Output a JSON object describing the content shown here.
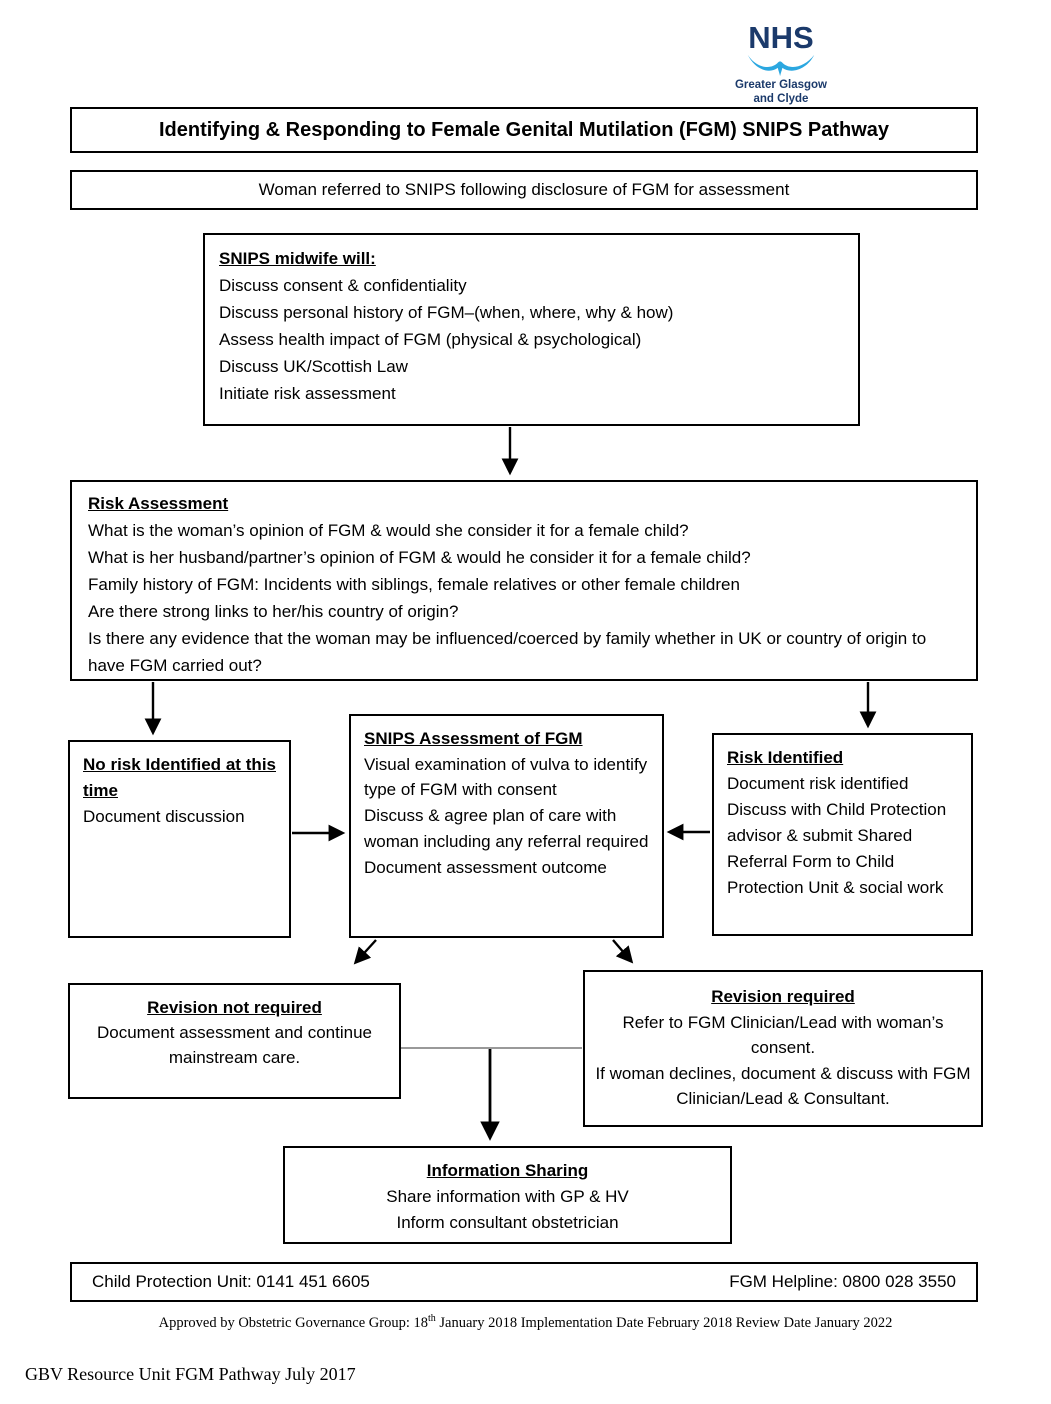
{
  "logo": {
    "nhs": "NHS",
    "org_line1": "Greater Glasgow",
    "org_line2": "and Clyde",
    "navy": "#1b3a6b",
    "light_blue": "#2ba7e0"
  },
  "title": "Identifying & Responding to Female Genital Mutilation (FGM) SNIPS Pathway",
  "referral": "Woman referred to SNIPS following disclosure of FGM for assessment",
  "midwife": {
    "heading": "SNIPS midwife will:",
    "items": [
      "Discuss consent & confidentiality",
      "Discuss personal history of FGM–(when, where, why & how)",
      "Assess health impact of FGM (physical & psychological)",
      "Discuss UK/Scottish Law",
      "Initiate risk assessment"
    ]
  },
  "risk_assessment": {
    "heading": "Risk Assessment",
    "items": [
      "What is the woman’s opinion of FGM & would she consider it for a female child?",
      "What is her husband/partner’s opinion of FGM & would he consider it for a female child?",
      "Family history of FGM: Incidents with siblings, female relatives or other female children",
      "Are there strong links to her/his country of origin?",
      "Is there any evidence that the woman may be influenced/coerced by family whether in UK or country of origin to have FGM carried out?"
    ]
  },
  "no_risk": {
    "heading": "No risk Identified at this time",
    "body": "Document discussion"
  },
  "snips_assessment": {
    "heading": "SNIPS Assessment of FGM",
    "items": [
      "Visual examination of vulva to identify type of FGM with consent",
      "Discuss & agree plan of care with woman including any referral required",
      "Document assessment outcome"
    ]
  },
  "risk_identified": {
    "heading": "Risk Identified",
    "items": [
      "Document risk identified",
      "Discuss with Child Protection advisor & submit Shared Referral Form to Child Protection Unit & social work"
    ]
  },
  "revision_not_required": {
    "heading": "Revision not required",
    "body": "Document assessment and continue mainstream care."
  },
  "revision_required": {
    "heading": "Revision required",
    "line1": "Refer to FGM Clinician/Lead with woman’s consent.",
    "line2": "If woman declines, document & discuss with FGM Clinician/Lead & Consultant."
  },
  "information_sharing": {
    "heading": "Information Sharing",
    "line1": "Share information with GP & HV",
    "line2": "Inform consultant obstetrician"
  },
  "contacts": {
    "left": "Child Protection Unit: 0141 451 6605",
    "right": "FGM Helpline: 0800 028 3550"
  },
  "approval": {
    "prefix": "Approved by Obstetric Governance Group: 18",
    "superscript": "th",
    "suffix": " January 2018 Implementation Date February 2018 Review Date January 2022"
  },
  "footer": "GBV Resource Unit FGM Pathway July 2017"
}
